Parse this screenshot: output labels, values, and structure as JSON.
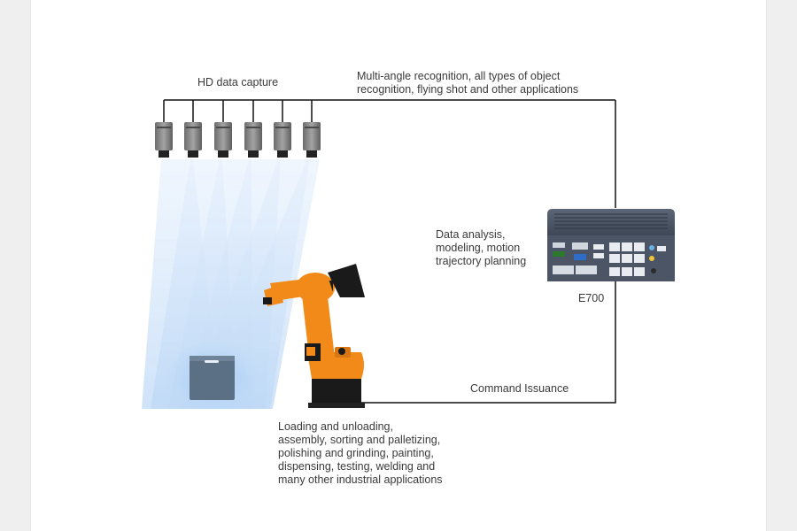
{
  "labels": {
    "hd_capture": "HD data capture",
    "multi_angle": "Multi-angle recognition, all types of object\nrecognition, flying shot and other applications",
    "data_analysis": "Data analysis,\nmodeling, motion\ntrajectory planning",
    "device_name": "E700",
    "command": "Command Issuance",
    "applications": "Loading and unloading,\nassembly, sorting and palletizing,\npolishing and grinding, painting,\ndispensing, testing, welding and\nmany other industrial applications"
  },
  "colors": {
    "line": "#111111",
    "camera": "#8e8e8e",
    "robot_orange": "#f28a1a",
    "robot_black": "#1a1a1a",
    "light_beam": "#bcd7f5",
    "box": "#5b6f85",
    "controller": "#4b5566"
  },
  "icons": [
    "camera-icon",
    "robot-arm-icon",
    "controller-box-icon",
    "workpiece-box-icon"
  ]
}
